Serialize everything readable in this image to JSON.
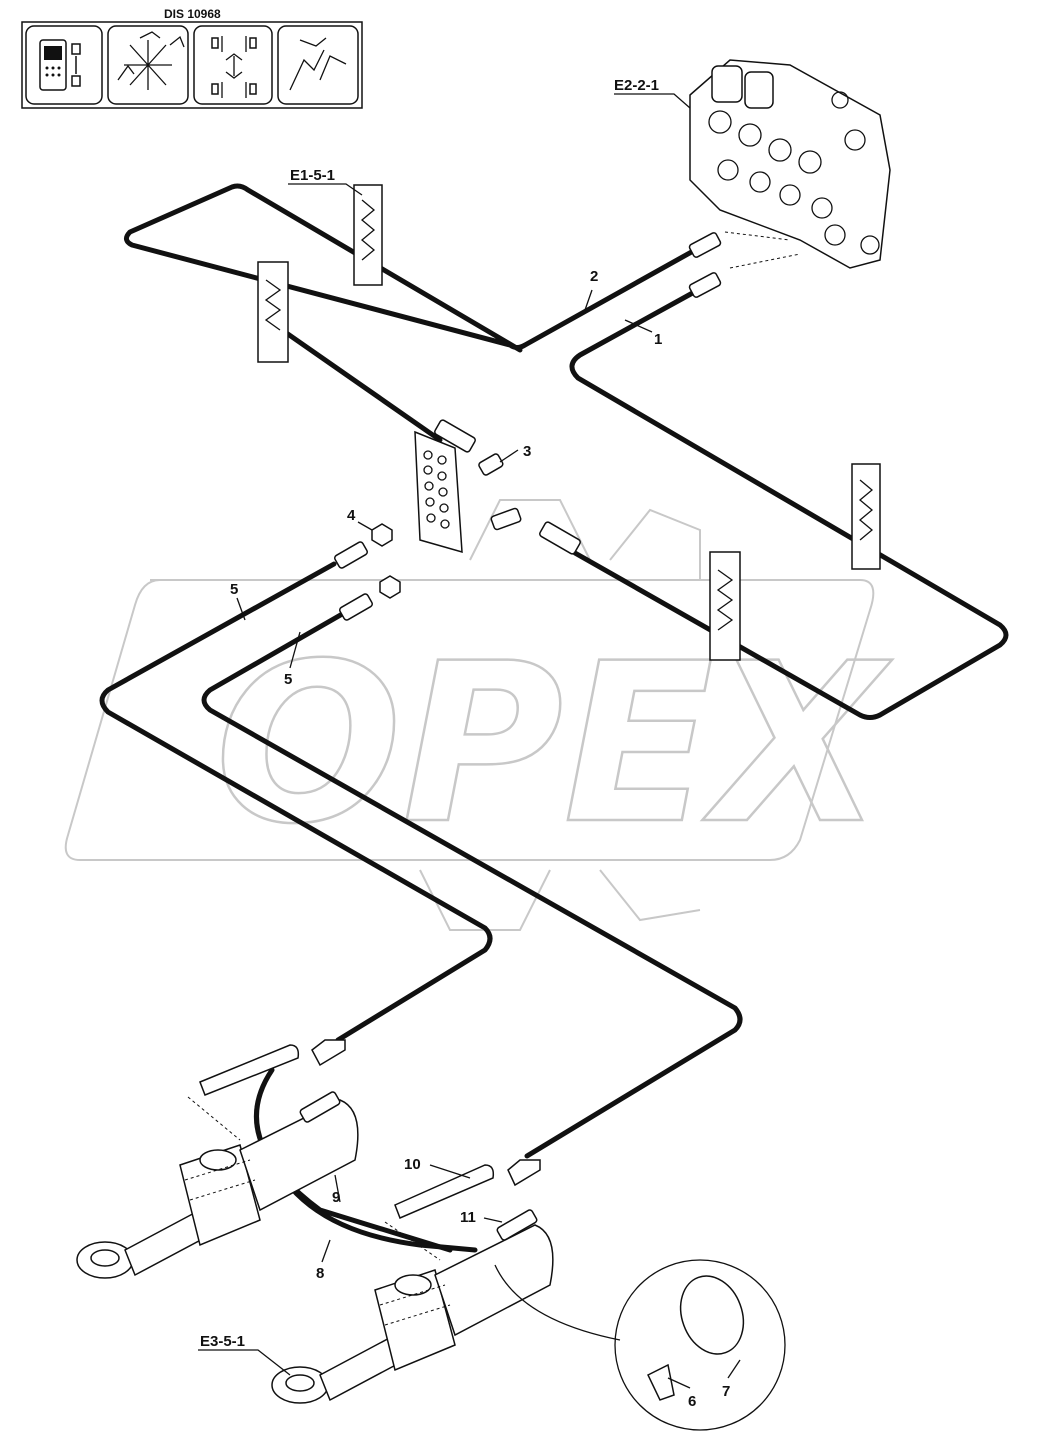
{
  "diagram": {
    "document_code": "DIS 10968",
    "watermark": "OPEX",
    "references": {
      "valve_block": "E2-2-1",
      "clamp_top": "E1-5-1",
      "cylinder": "E3-5-1"
    },
    "callouts": [
      "1",
      "2",
      "3",
      "4",
      "5",
      "5",
      "6",
      "7",
      "8",
      "9",
      "10",
      "11"
    ],
    "icons": [
      "remote-control-icon",
      "excavator-motion-icon",
      "valve-arrows-icon",
      "excavator-arm-icon"
    ]
  }
}
